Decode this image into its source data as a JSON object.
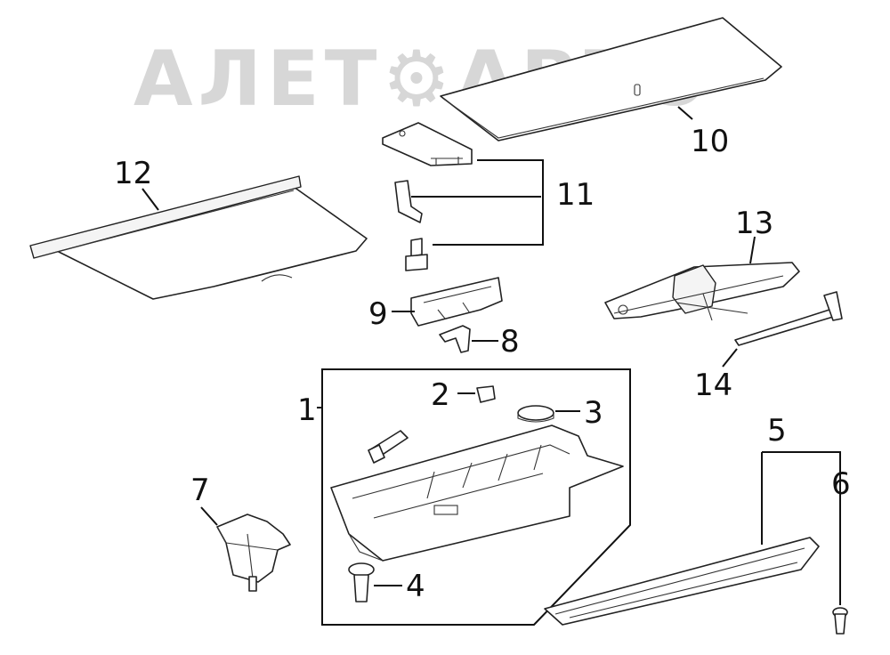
{
  "watermark": {
    "text": "АЛЕТ⚙АВТО"
  },
  "callouts": {
    "c1": "1",
    "c2": "2",
    "c3": "3",
    "c4": "4",
    "c5": "5",
    "c6": "6",
    "c7": "7",
    "c8": "8",
    "c9": "9",
    "c10": "10",
    "c11": "11",
    "c12": "12",
    "c13": "13",
    "c14": "14"
  },
  "parts": [
    {
      "number": "1",
      "name": "spare-tire-tray-icon"
    },
    {
      "number": "2",
      "name": "plug-icon"
    },
    {
      "number": "3",
      "name": "round-cover-icon"
    },
    {
      "number": "4",
      "name": "push-clip-icon"
    },
    {
      "number": "5",
      "name": "scuff-plate-icon"
    },
    {
      "number": "6",
      "name": "push-clip-icon"
    },
    {
      "number": "7",
      "name": "storage-box-icon"
    },
    {
      "number": "8",
      "name": "clip-icon"
    },
    {
      "number": "9",
      "name": "bracket-icon"
    },
    {
      "number": "10",
      "name": "deck-board-icon"
    },
    {
      "number": "11",
      "name": "lid-and-hardware-icon"
    },
    {
      "number": "12",
      "name": "tonneau-cover-icon"
    },
    {
      "number": "13",
      "name": "jack-icon"
    },
    {
      "number": "14",
      "name": "jack-handle-icon"
    }
  ]
}
